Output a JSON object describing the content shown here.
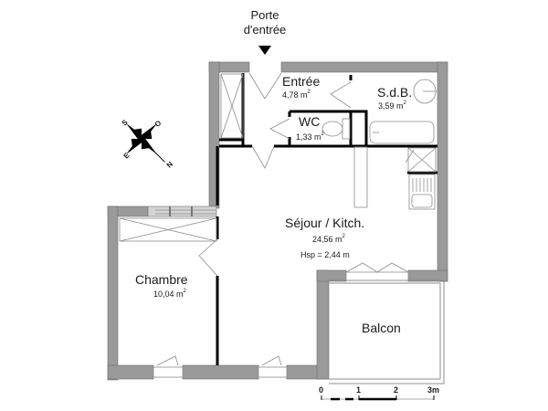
{
  "entrance": {
    "label_line1": "Porte",
    "label_line2": "d'entrée",
    "arrow_icon": "arrow-down-icon"
  },
  "rooms": [
    {
      "id": "entree",
      "name": "Entrée",
      "area": "4,78 m",
      "unit_sup": "2"
    },
    {
      "id": "sdb",
      "name": "S.d.B.",
      "area": "3,59 m",
      "unit_sup": "2"
    },
    {
      "id": "wc",
      "name": "WC",
      "area": "1,33 m",
      "unit_sup": "2"
    },
    {
      "id": "sejour",
      "name": "Séjour / Kitch.",
      "area": "24,56 m",
      "unit_sup": "2",
      "extra": "Hsp = 2,44 m"
    },
    {
      "id": "chambre",
      "name": "Chambre",
      "area": "10,04 m",
      "unit_sup": "2"
    },
    {
      "id": "balcon",
      "name": "Balcon"
    }
  ],
  "compass": {
    "icon": "compass-rose-icon",
    "letters": {
      "north": "N",
      "south": "S",
      "east": "E",
      "west": "O"
    }
  },
  "scale_bar": {
    "ticks": [
      "0",
      "1",
      "2",
      "3m"
    ]
  },
  "colors": {
    "wall_fill": "#9a9a9a",
    "partition": "#000000",
    "fixture_line": "#8c8c8c",
    "background": "#ffffff"
  }
}
